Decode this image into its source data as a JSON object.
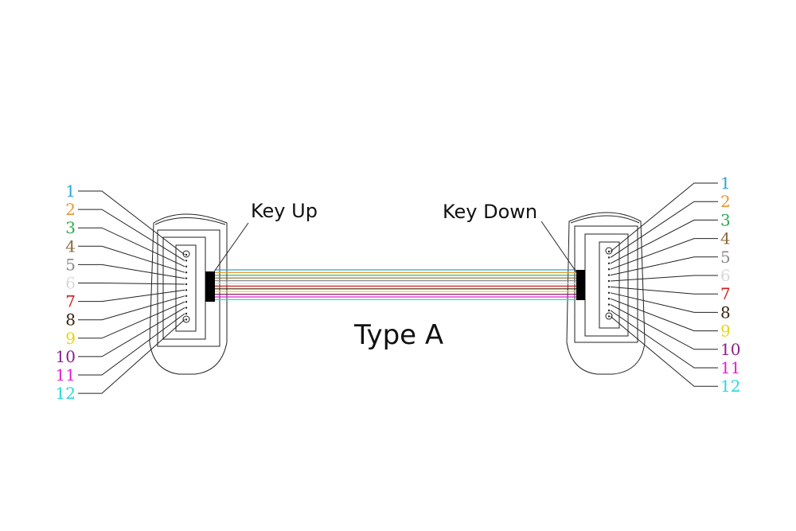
{
  "title": "Type A",
  "key_up_label": "Key Up",
  "key_down_label": "Key Down",
  "fibers": [
    {
      "num": "1",
      "color": "#29a3d6"
    },
    {
      "num": "2",
      "color": "#e8962e"
    },
    {
      "num": "3",
      "color": "#2fa84f"
    },
    {
      "num": "4",
      "color": "#8a6a3c"
    },
    {
      "num": "5",
      "color": "#8a8a8a"
    },
    {
      "num": "6",
      "color": "#d9d9d9"
    },
    {
      "num": "7",
      "color": "#d11a1a"
    },
    {
      "num": "8",
      "color": "#3a2410"
    },
    {
      "num": "9",
      "color": "#e8d30c"
    },
    {
      "num": "10",
      "color": "#8a1f8a"
    },
    {
      "num": "11",
      "color": "#e020d0"
    },
    {
      "num": "12",
      "color": "#24d8e0"
    }
  ]
}
